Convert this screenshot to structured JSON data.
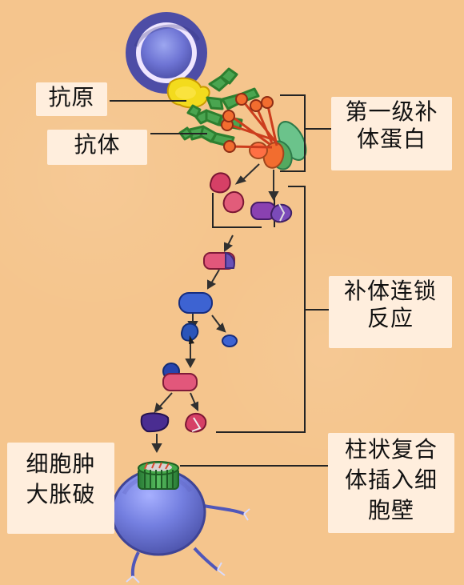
{
  "labels": {
    "antigen": "抗原",
    "antibody": "抗体",
    "first_complement": "第一级补\n体蛋白",
    "complement_cascade": "补体连锁\n反应",
    "cell_swelling": "细胞肿\n大胀破",
    "pore_insertion": "柱状复合\n体插入细\n胞壁"
  }
}
